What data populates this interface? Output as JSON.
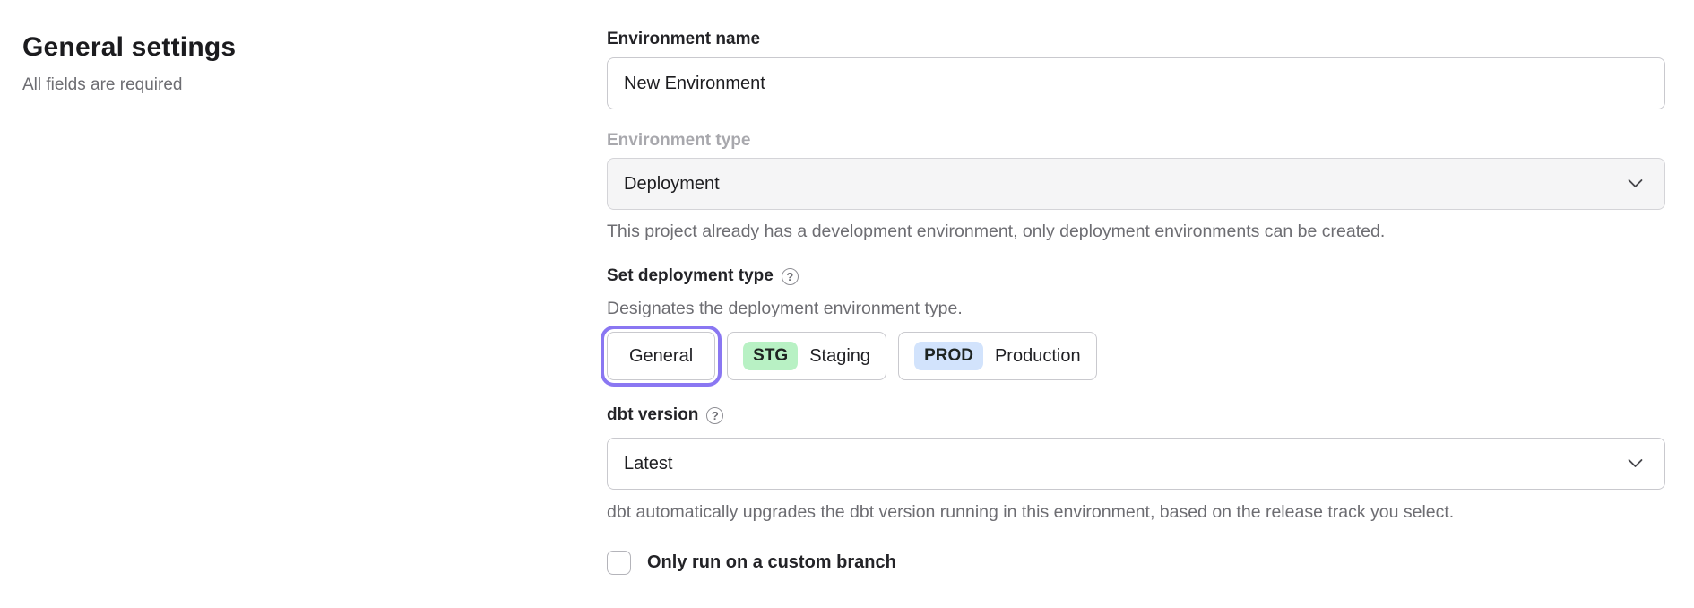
{
  "header": {
    "title": "General settings",
    "subtitle": "All fields are required"
  },
  "form": {
    "environment_name": {
      "label": "Environment name",
      "value": "New Environment"
    },
    "environment_type": {
      "label": "Environment type",
      "value": "Deployment",
      "disabled": true,
      "helper": "This project already has a development environment, only deployment environments can be created."
    },
    "deployment_type": {
      "label": "Set deployment type",
      "helper": "Designates the deployment environment type.",
      "options": [
        {
          "label": "General",
          "badge": "",
          "selected": true
        },
        {
          "label": "Staging",
          "badge": "STG",
          "selected": false
        },
        {
          "label": "Production",
          "badge": "PROD",
          "selected": false
        }
      ]
    },
    "dbt_version": {
      "label": "dbt version",
      "value": "Latest",
      "helper": "dbt automatically upgrades the dbt version running in this environment, based on the release track you select."
    },
    "custom_branch": {
      "label": "Only run on a custom branch",
      "checked": false
    }
  },
  "icons": {
    "help": "question-mark-circle",
    "dropdown": "chevron-down",
    "help_glyph": "?"
  },
  "colors": {
    "accent": "#8a77f2",
    "stg_badge": "#b8f1c4",
    "prod_badge": "#d2e3fc",
    "text_primary": "#232327",
    "text_muted": "#6d6d72",
    "text_disabled": "#a8a8ad",
    "border": "#c9c9ce",
    "disabled_bg": "#f5f5f6"
  }
}
